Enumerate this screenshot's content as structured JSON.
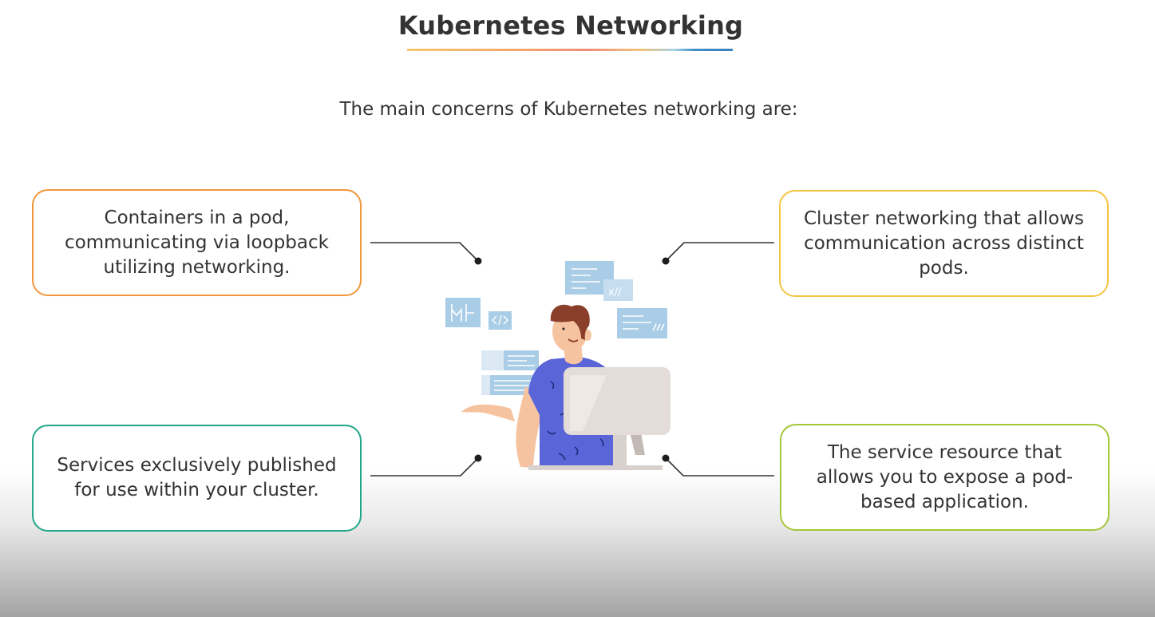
{
  "title": "Kubernetes Networking",
  "subtitle": "The main concerns of Kubernetes networking are:",
  "cards": {
    "top_left": "Containers in a pod, communicating via loopback utilizing networking.",
    "top_right": "Cluster networking that allows communication across distinct pods.",
    "bottom_left": "Services exclusively published for use within your cluster.",
    "bottom_right": "The service resource that allows you to expose a pod-based application."
  },
  "colors": {
    "top_left_border": "#f0963a",
    "top_right_border": "#f5c542",
    "bottom_left_border": "#22a68a",
    "bottom_right_border": "#a4c639",
    "connector": "#333333"
  },
  "illustration": {
    "icons": [
      "code-window-icon",
      "code-tag-icon",
      "waveform-window-icon",
      "chat-window-icon",
      "monitor-icon"
    ]
  }
}
